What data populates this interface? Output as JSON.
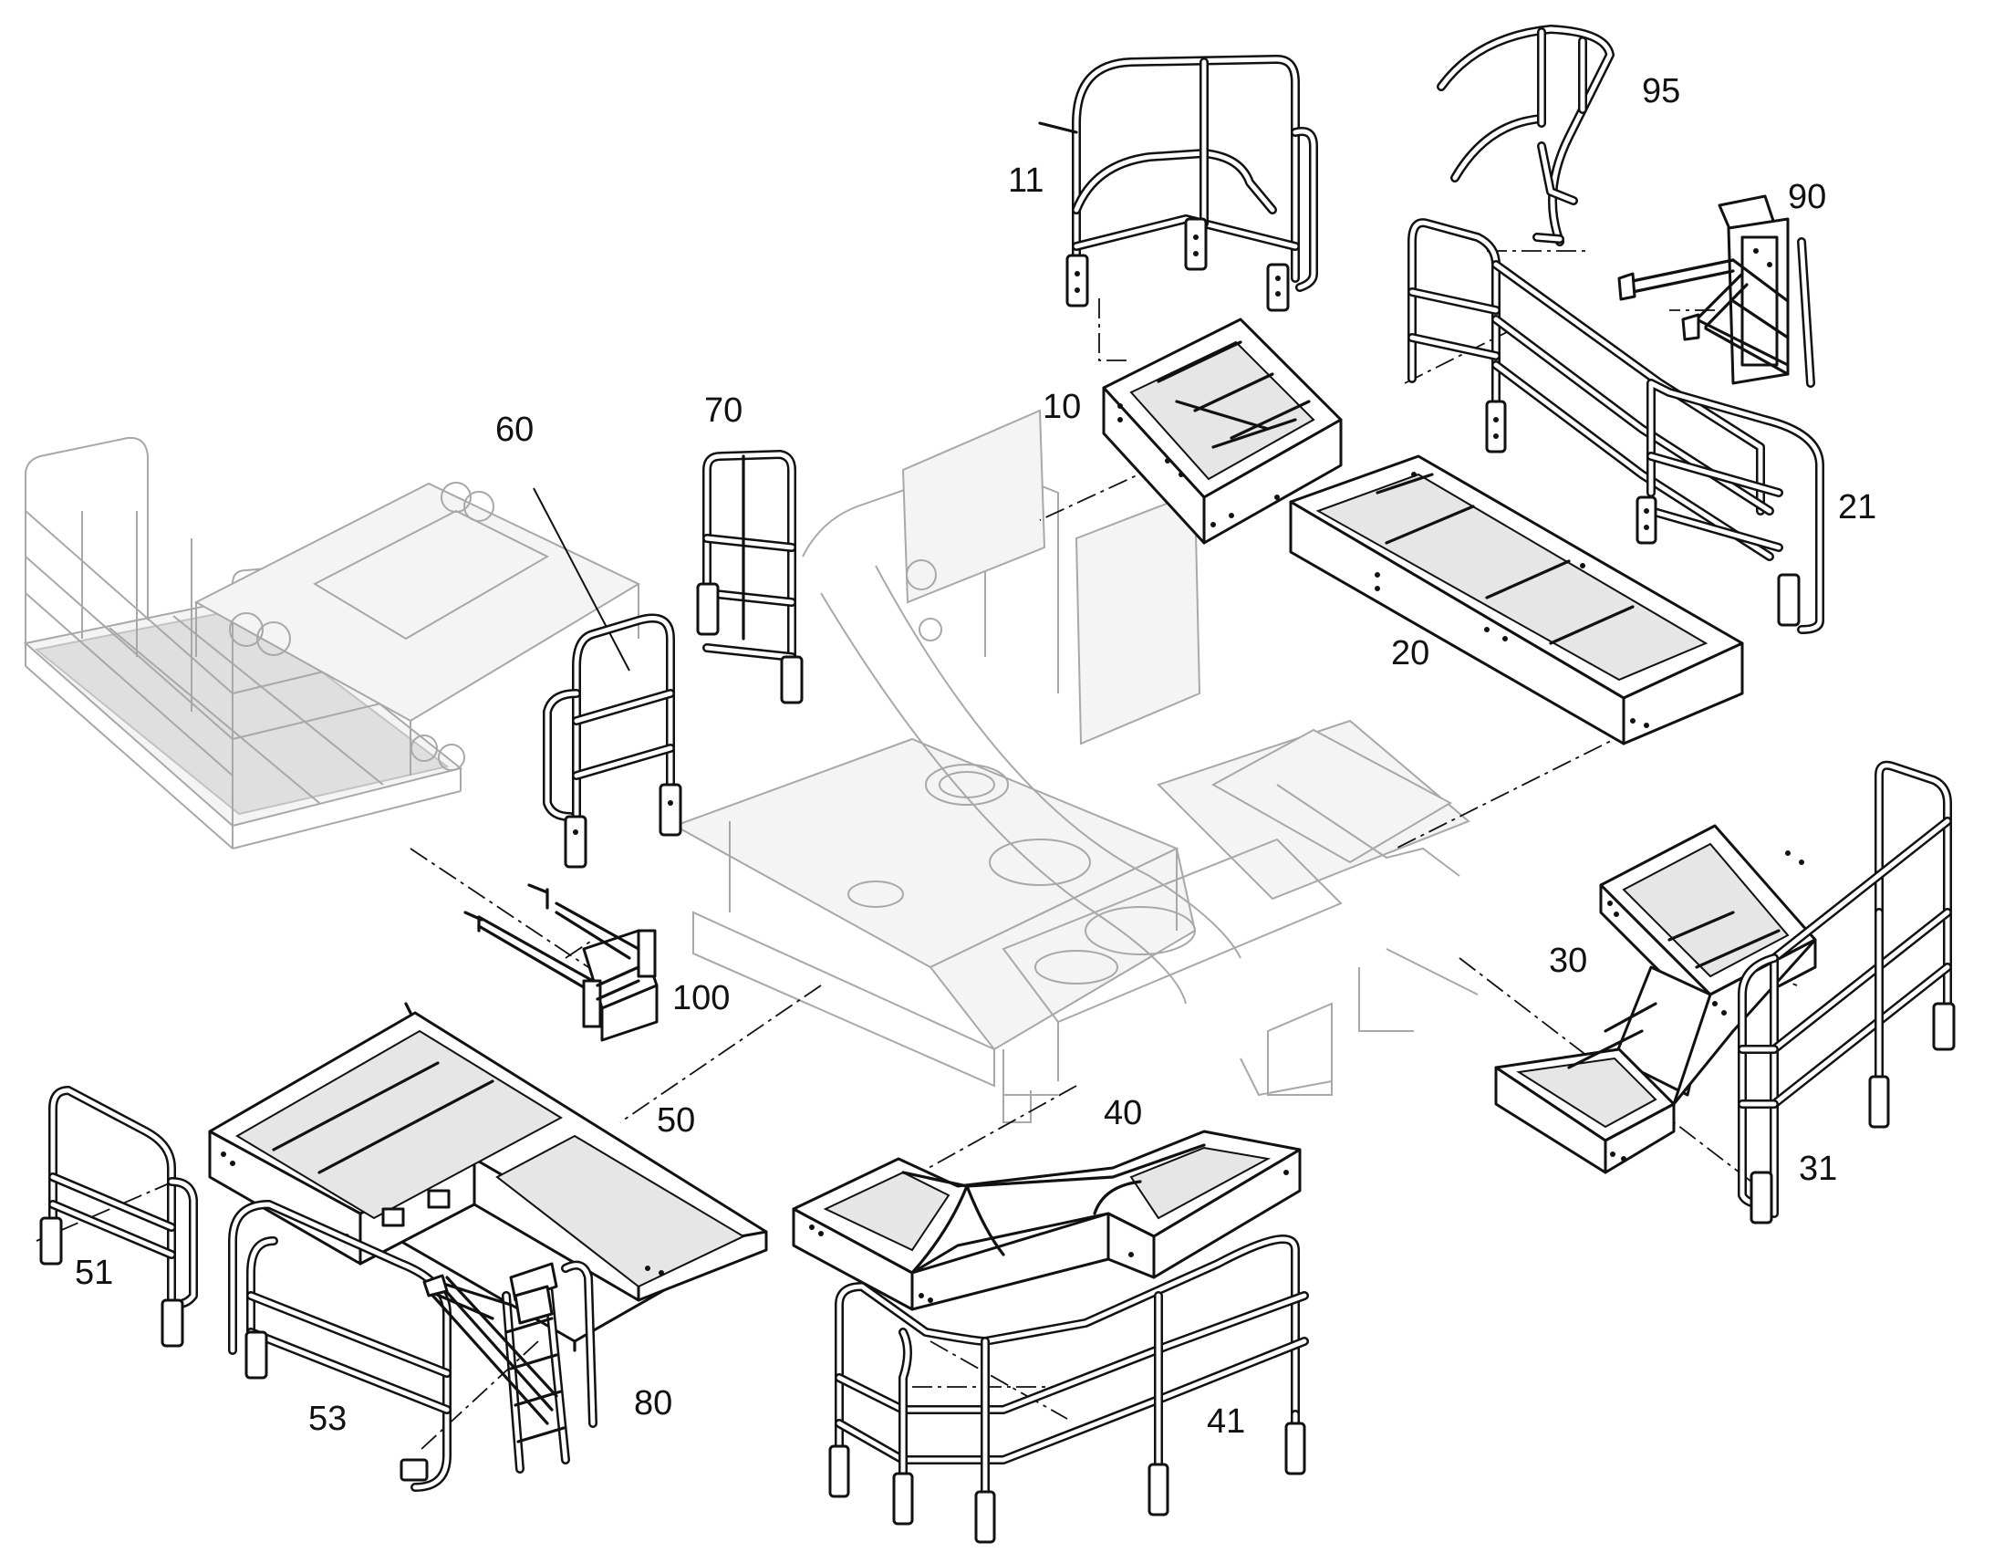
{
  "diagram": {
    "colors": {
      "line": "#111111",
      "ghost": "#a8a8a8",
      "background": "#ffffff"
    },
    "callouts": [
      {
        "id": "c11",
        "label": "11",
        "part": "handrail-11"
      },
      {
        "id": "c95",
        "label": "95",
        "part": "ladder-guard-95"
      },
      {
        "id": "c90",
        "label": "90",
        "part": "ladder-bracket-90"
      },
      {
        "id": "c60",
        "label": "60",
        "part": "handrail-60"
      },
      {
        "id": "c70",
        "label": "70",
        "part": "handrail-70"
      },
      {
        "id": "c10",
        "label": "10",
        "part": "platform-10"
      },
      {
        "id": "c21",
        "label": "21",
        "part": "handrail-21"
      },
      {
        "id": "c20",
        "label": "20",
        "part": "platform-20"
      },
      {
        "id": "c100",
        "label": "100",
        "part": "step-bracket-100"
      },
      {
        "id": "c30",
        "label": "30",
        "part": "platform-30"
      },
      {
        "id": "c31",
        "label": "31",
        "part": "handrail-31"
      },
      {
        "id": "c40",
        "label": "40",
        "part": "platform-40"
      },
      {
        "id": "c41",
        "label": "41",
        "part": "handrail-41"
      },
      {
        "id": "c50",
        "label": "50",
        "part": "platform-50"
      },
      {
        "id": "c51",
        "label": "51",
        "part": "handrail-51"
      },
      {
        "id": "c53",
        "label": "53",
        "part": "handrail-53"
      },
      {
        "id": "c80",
        "label": "80",
        "part": "ladder-80"
      }
    ]
  }
}
